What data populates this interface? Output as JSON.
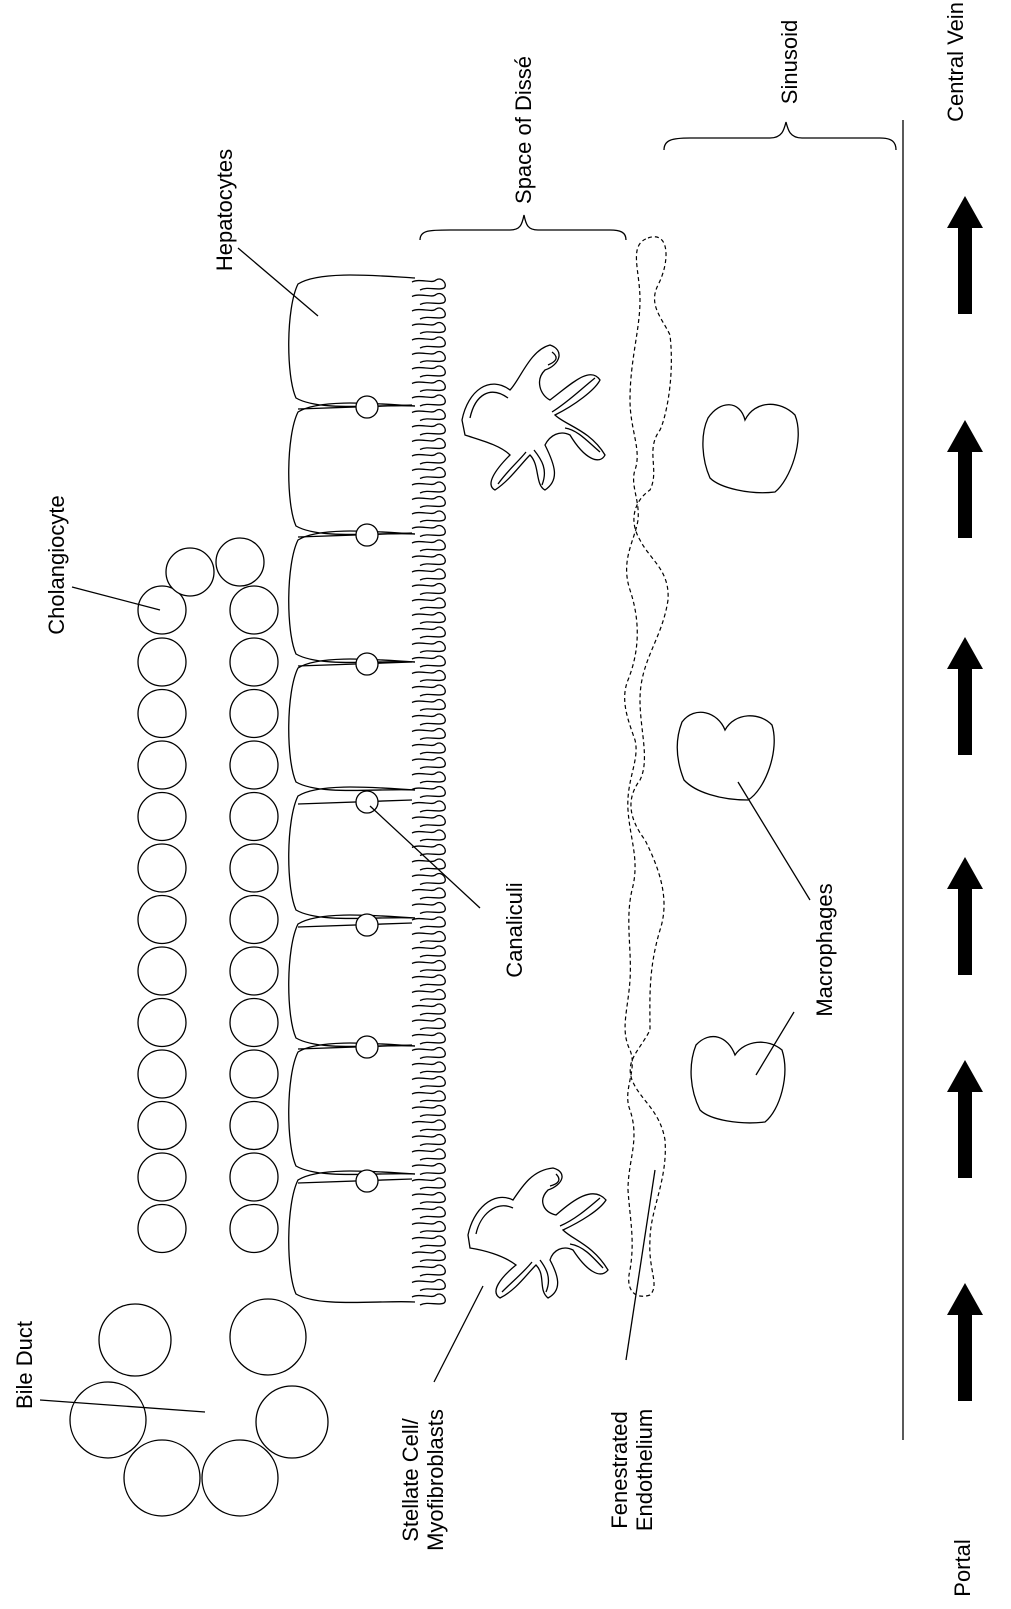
{
  "labels": {
    "central_vein": "Central Vein",
    "sinusoid": "Sinusoid",
    "space_of_disse": "Space of Dissé",
    "hepatocytes": "Hepatocytes",
    "cholangiocyte": "Cholangiocyte",
    "canaliculi": "Canaliculi",
    "macrophages": "Macrophages",
    "bile_duct": "Bile Duct",
    "stellate_line1": "Stellate Cell/",
    "stellate_line2": "Myofibroblasts",
    "fenestrated_line1": "Fenestrated",
    "fenestrated_line2": "Endothelium",
    "portal": "Portal"
  },
  "flow_arrows": 6
}
